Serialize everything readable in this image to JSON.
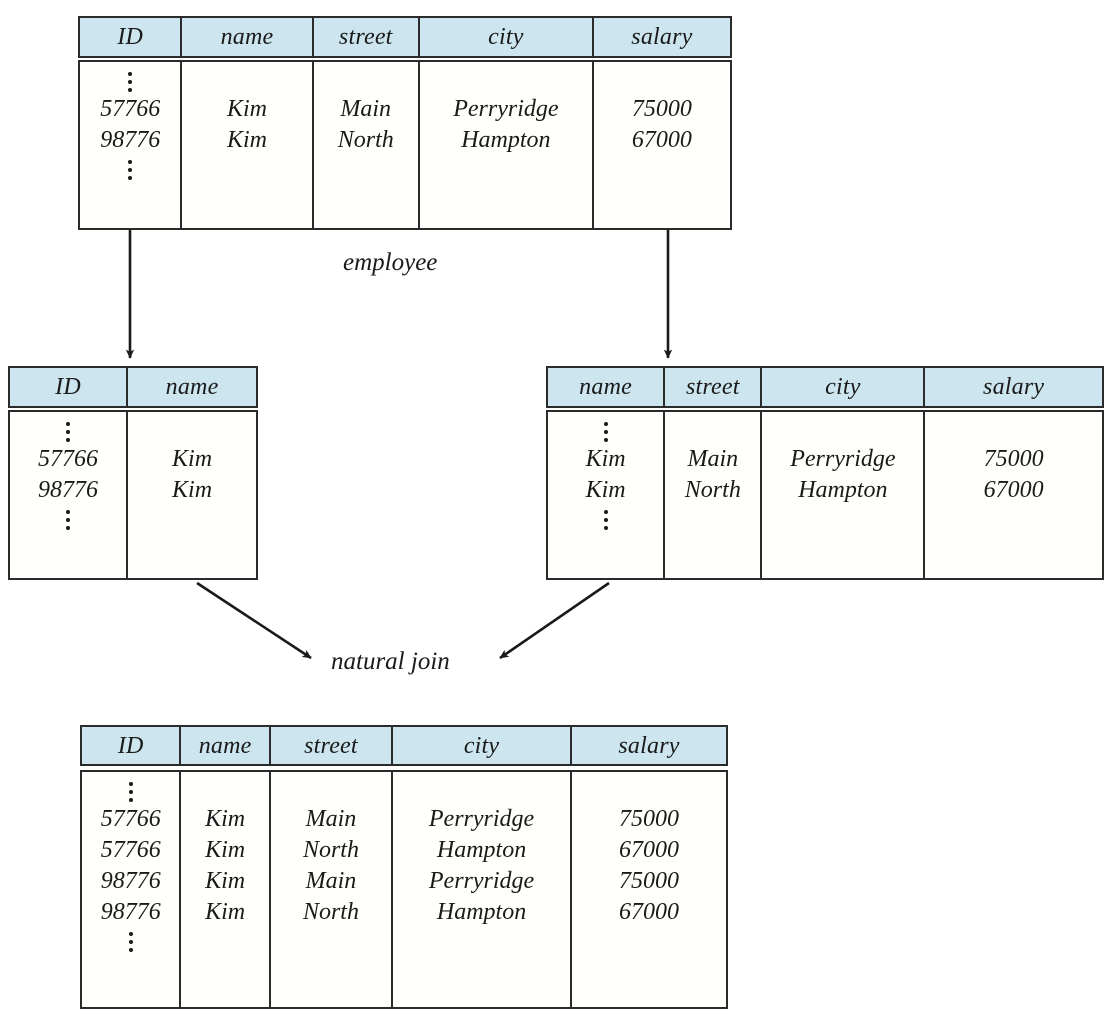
{
  "figure": {
    "title_label": "employee",
    "operation_label": "natural join",
    "header_bg": "#cce5ef",
    "border_color": "#2b2b2b",
    "ellipsis_glyph": "vertical-ellipsis"
  },
  "tables": {
    "employee": {
      "name": "employee",
      "columns": [
        "ID",
        "name",
        "street",
        "city",
        "salary"
      ],
      "rows": [
        [
          "57766",
          "Kim",
          "Main",
          "Perryridge",
          "75000"
        ],
        [
          "98776",
          "Kim",
          "North",
          "Hampton",
          "67000"
        ]
      ],
      "leading_ellipsis": true,
      "trailing_ellipsis": true
    },
    "left_projection": {
      "columns": [
        "ID",
        "name"
      ],
      "rows": [
        [
          "57766",
          "Kim"
        ],
        [
          "98776",
          "Kim"
        ]
      ],
      "leading_ellipsis": true,
      "trailing_ellipsis": true
    },
    "right_projection": {
      "columns": [
        "name",
        "street",
        "city",
        "salary"
      ],
      "rows": [
        [
          "Kim",
          "Main",
          "Perryridge",
          "75000"
        ],
        [
          "Kim",
          "North",
          "Hampton",
          "67000"
        ]
      ],
      "leading_ellipsis": true,
      "trailing_ellipsis": true
    },
    "result": {
      "columns": [
        "ID",
        "name",
        "street",
        "city",
        "salary"
      ],
      "rows": [
        [
          "57766",
          "Kim",
          "Main",
          "Perryridge",
          "75000"
        ],
        [
          "57766",
          "Kim",
          "North",
          "Hampton",
          "67000"
        ],
        [
          "98776",
          "Kim",
          "Main",
          "Perryridge",
          "75000"
        ],
        [
          "98776",
          "Kim",
          "North",
          "Hampton",
          "67000"
        ]
      ],
      "leading_ellipsis": true,
      "trailing_ellipsis": true
    }
  }
}
